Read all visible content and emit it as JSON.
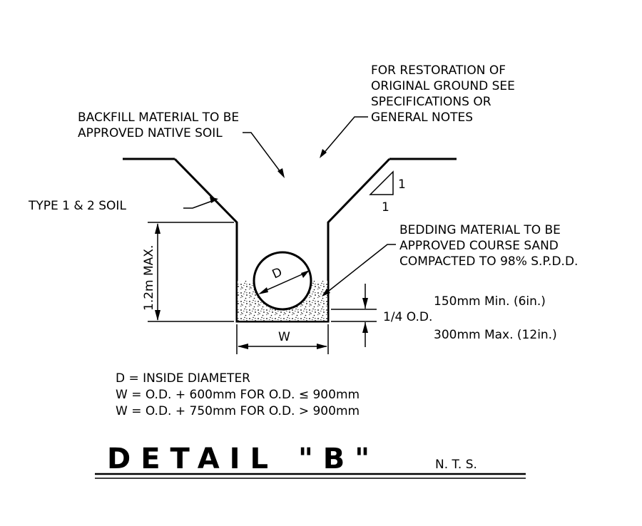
{
  "notes": {
    "restoration": [
      "FOR RESTORATION OF",
      "ORIGINAL GROUND SEE",
      "SPECIFICATIONS OR",
      "GENERAL NOTES"
    ],
    "backfill": [
      "BACKFILL MATERIAL TO BE",
      "APPROVED NATIVE SOIL"
    ],
    "soil_type": "TYPE 1 & 2 SOIL",
    "bedding": [
      "BEDDING MATERIAL TO BE",
      "APPROVED COURSE SAND",
      "COMPACTED TO 98% S.P.D.D."
    ]
  },
  "slope": {
    "rise": "1",
    "run": "1"
  },
  "dimensions": {
    "depth": "1.2m MAX.",
    "pipe": "D",
    "width": "W",
    "bedding_min": "150mm Min. (6in.)",
    "bedding_quarter": "1/4 O.D.",
    "bedding_max": "300mm Max. (12in.)"
  },
  "legend": [
    "D = INSIDE DIAMETER",
    "W = O.D. + 600mm FOR O.D. ≤ 900mm",
    "W = O.D. + 750mm FOR O.D. > 900mm"
  ],
  "title": "DETAIL \"B\"",
  "scale_note": "N. T. S.",
  "colors": {
    "ink": "#000000",
    "background": "#ffffff"
  }
}
